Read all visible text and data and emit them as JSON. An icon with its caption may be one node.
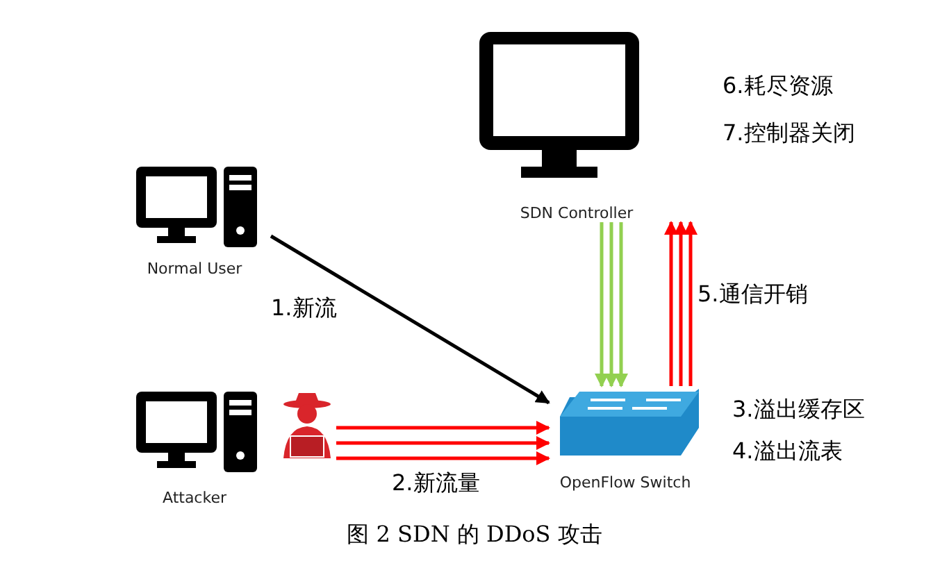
{
  "diagram": {
    "caption": "图 2 SDN 的 DDoS 攻击",
    "nodes": [
      {
        "text": [
          "SDN Controller"
        ]
      },
      {
        "text": [
          "Normal User"
        ]
      },
      {
        "text": [
          "Attacker"
        ]
      },
      {
        "text": [],
        "shape": "person"
      },
      {
        "text": [
          "OpenFlow Switch"
        ]
      }
    ],
    "edges": [
      {
        "from": 1,
        "to": 4,
        "arrow": "to",
        "color": "#000000",
        "label": "1.新流"
      },
      {
        "from": 3,
        "to": 4,
        "arrow": "to",
        "color": "#ff0000"
      },
      {
        "from": 3,
        "to": 4,
        "arrow": "to",
        "color": "#ff0000"
      },
      {
        "from": 3,
        "to": 4,
        "arrow": "to",
        "color": "#ff0000",
        "label": "2.新流量"
      },
      {
        "from": 0,
        "to": 4,
        "arrow": "to",
        "color": "#92d050"
      },
      {
        "from": 0,
        "to": 4,
        "arrow": "to",
        "color": "#92d050"
      },
      {
        "from": 0,
        "to": 4,
        "arrow": "to",
        "color": "#92d050"
      },
      {
        "from": 4,
        "to": 0,
        "arrow": "to",
        "color": "#ff0000"
      },
      {
        "from": 4,
        "to": 0,
        "arrow": "to",
        "color": "#ff0000",
        "label": "5.通信开销"
      },
      {
        "from": 4,
        "to": 0,
        "arrow": "to",
        "color": "#ff0000"
      }
    ],
    "labels": [
      "6.耗尽资源",
      "7.控制器关闭",
      "3.溢出缓存区",
      "4.溢出流表"
    ]
  }
}
